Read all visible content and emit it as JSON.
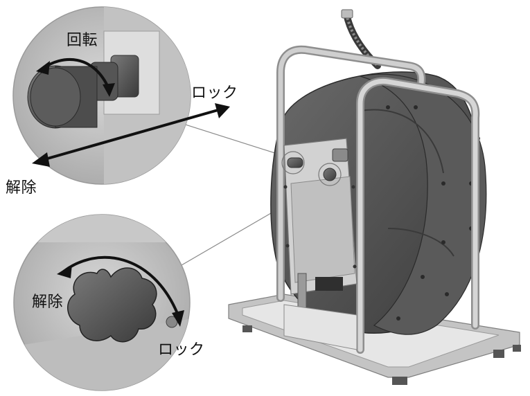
{
  "labels": {
    "top_rotate": "回転",
    "top_lock": "ロック",
    "top_release": "解除",
    "bottom_release": "解除",
    "bottom_lock": "ロック"
  }
}
